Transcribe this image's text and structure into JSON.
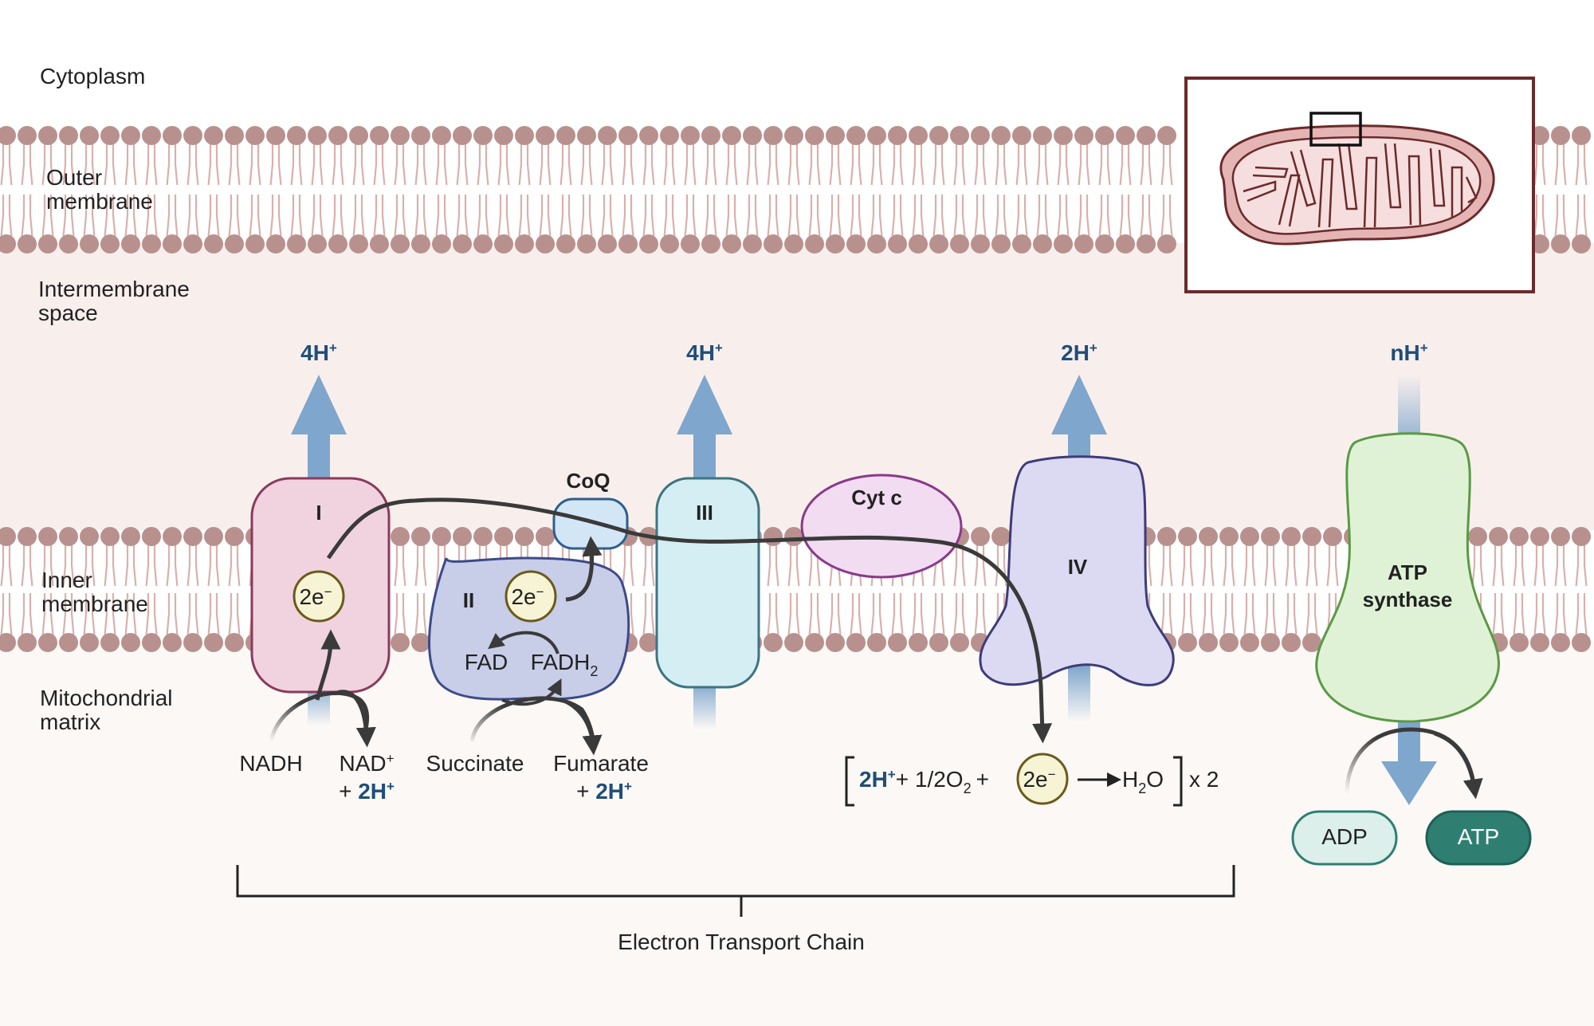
{
  "regions": {
    "cytoplasm": "Cytoplasm",
    "outer_membrane": [
      "Outer",
      "membrane"
    ],
    "intermembrane_space": [
      "Intermembrane",
      "space"
    ],
    "inner_membrane": [
      "Inner",
      "membrane"
    ],
    "matrix": [
      "Mitochondrial",
      "matrix"
    ]
  },
  "complexes": {
    "c1": "I",
    "c2": "II",
    "c3": "III",
    "c4": "IV",
    "coq": "CoQ",
    "cytc": "Cyt c",
    "atp_synthase": [
      "ATP",
      "synthase"
    ]
  },
  "protons": {
    "p1": {
      "n": "4H",
      "sup": "+"
    },
    "p3": {
      "n": "4H",
      "sup": "+"
    },
    "p4": {
      "n": "2H",
      "sup": "+"
    },
    "p5": {
      "n": "nH",
      "sup": "+"
    }
  },
  "electrons": {
    "label": "2e",
    "sup": "−"
  },
  "reactions": {
    "nadh": "NADH",
    "nad": {
      "base": "NAD",
      "sup": "+"
    },
    "nad_plus": "+ ",
    "nad_2h": {
      "n": "2H",
      "sup": "+"
    },
    "succinate": "Succinate",
    "fumarate": "Fumarate",
    "fum_plus": "+ ",
    "fum_2h": {
      "n": "2H",
      "sup": "+"
    },
    "fad": "FAD",
    "fadh2": {
      "base": "FADH",
      "sub": "2"
    },
    "water": {
      "h": {
        "n": "2H",
        "sup": "+"
      },
      "mid": "+ 1/2O",
      "o_sub": "2",
      "plus": "+",
      "prod": "H",
      "prod_sub": "2",
      "prod_end": "O",
      "times": "x 2"
    },
    "adp": "ADP",
    "atp": "ATP"
  },
  "etc_label": "Electron Transport Chain",
  "colors": {
    "lipid_head": "#b8918e",
    "lipid_tail": "#d9b0ac",
    "intermembrane_bg": "#f8efed",
    "matrix_bg": "#fbf8f6",
    "complex1_fill": "#f1d3e0",
    "complex1_stroke": "#8a3a5c",
    "complex2_fill": "#c8cde8",
    "complex2_stroke": "#3c4a8a",
    "complex3_fill": "#d5eef3",
    "complex3_stroke": "#3c7580",
    "complex4_fill": "#dcd9f2",
    "complex4_stroke": "#3c3c7a",
    "coq_fill": "#d3e6f6",
    "coq_stroke": "#2f5f8a",
    "cytc_fill": "#f2dcf2",
    "cytc_stroke": "#8a3a8a",
    "atp_fill": "#dff2d6",
    "atp_stroke": "#5a9a44",
    "electron_fill": "#f7f4d5",
    "electron_stroke": "#6b5a1a",
    "arrow_blue": "#7fa6cc",
    "proton_text": "#1f4e79",
    "adp_fill": "#dcefeb",
    "atp_pill_fill": "#2e7f72",
    "mito_outline": "#6b2a2a",
    "mito_fill": "#e5b5b5"
  }
}
